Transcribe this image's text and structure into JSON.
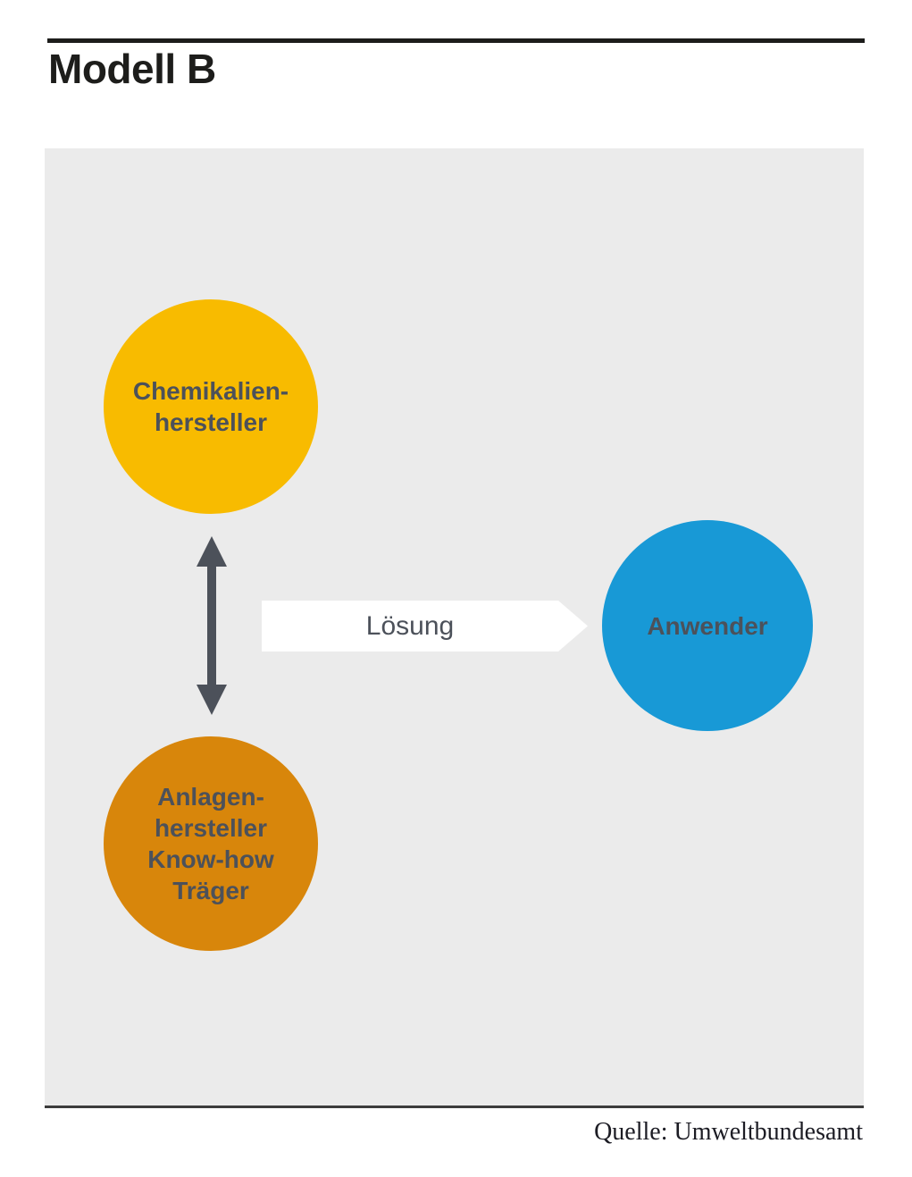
{
  "title": "Modell B",
  "source": "Quelle: Umweltbundesamt",
  "diagram": {
    "nodes": [
      {
        "id": "chemikalienhersteller",
        "color": "#F8BB00",
        "label_lines": [
          "Chemikalien-",
          "hersteller"
        ]
      },
      {
        "id": "anlagenhersteller",
        "color": "#D8860B",
        "label_lines": [
          "Anlagen-",
          "hersteller",
          "Know-how",
          "Träger"
        ]
      },
      {
        "id": "anwender",
        "color": "#1899D6",
        "label_lines": [
          "Anwender"
        ]
      }
    ],
    "arrows": [
      {
        "type": "double-vertical",
        "color": "#4C515A",
        "label": ""
      },
      {
        "type": "right-pointing",
        "color": "#FFFFFF",
        "label": "Lösung"
      }
    ]
  },
  "colors": {
    "panel_background": "#EBEBEB",
    "rule_black": "#1d1d1b",
    "label_text": "#4C515A",
    "panel_bottom_border": "#3c3c3c"
  }
}
